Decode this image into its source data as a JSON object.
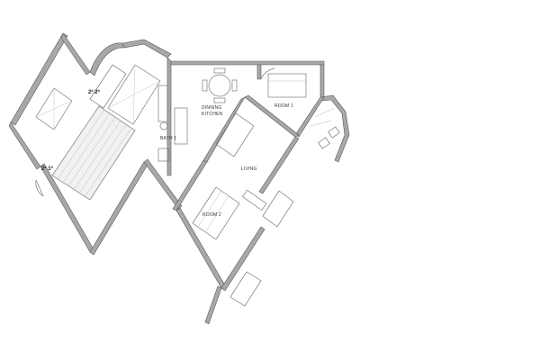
{
  "labels": {
    "dining": "DINNING",
    "kitchen": "KITCHEN",
    "room1": "ROOM 1",
    "bath1": "BATH 1",
    "living": "LIVING",
    "room2": "ROOM 2",
    "level1": "2ª 1ª",
    "level2": "2ª 2ª"
  },
  "colors": {
    "wall": "#a8a8a8",
    "line": "#7a7a7a",
    "background": "#ffffff"
  }
}
